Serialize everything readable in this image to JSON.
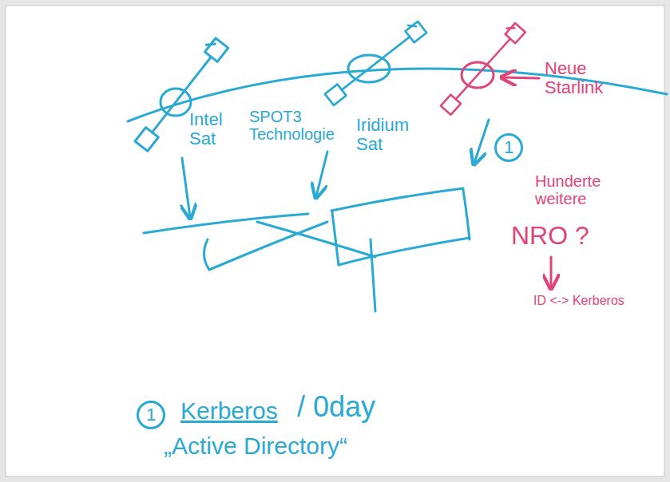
{
  "diagram": {
    "nodes": [
      {
        "text": [
          "1"
        ]
      },
      {
        "text": [
          "1"
        ]
      }
    ],
    "labels": [
      "Intel Sat",
      "SPOT3 Technologie",
      "Iridium Sat",
      "Neue Starlink",
      "Hunderte weitere",
      "NRO ?",
      "ID <-> Kerberos",
      "Kerberos",
      "/ 0day",
      "„Active Directory“"
    ]
  }
}
